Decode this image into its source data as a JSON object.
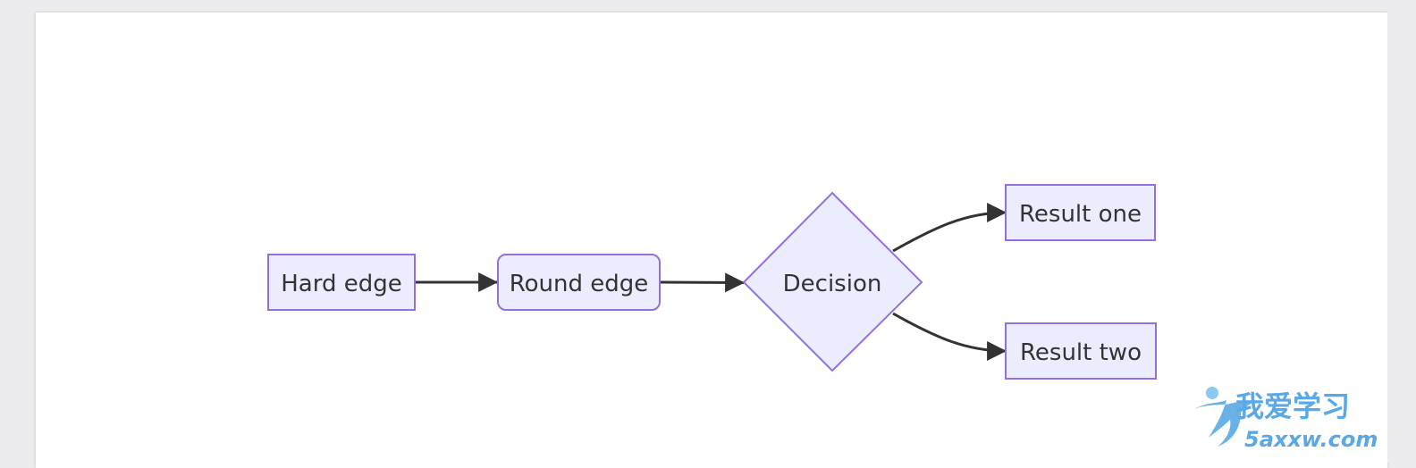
{
  "diagram": {
    "nodes": {
      "hard_edge": "Hard edge",
      "round_edge": "Round edge",
      "decision": "Decision",
      "result_one": "Result one",
      "result_two": "Result two"
    },
    "colors": {
      "node_fill": "#ececff",
      "node_stroke": "#9370db",
      "edge": "#333333",
      "text": "#333333"
    }
  },
  "watermark": {
    "brand": "我爱学习",
    "url": "5axxw.com",
    "colors": {
      "primary": "#5aa9e6",
      "secondary": "#8cc8f0"
    }
  }
}
